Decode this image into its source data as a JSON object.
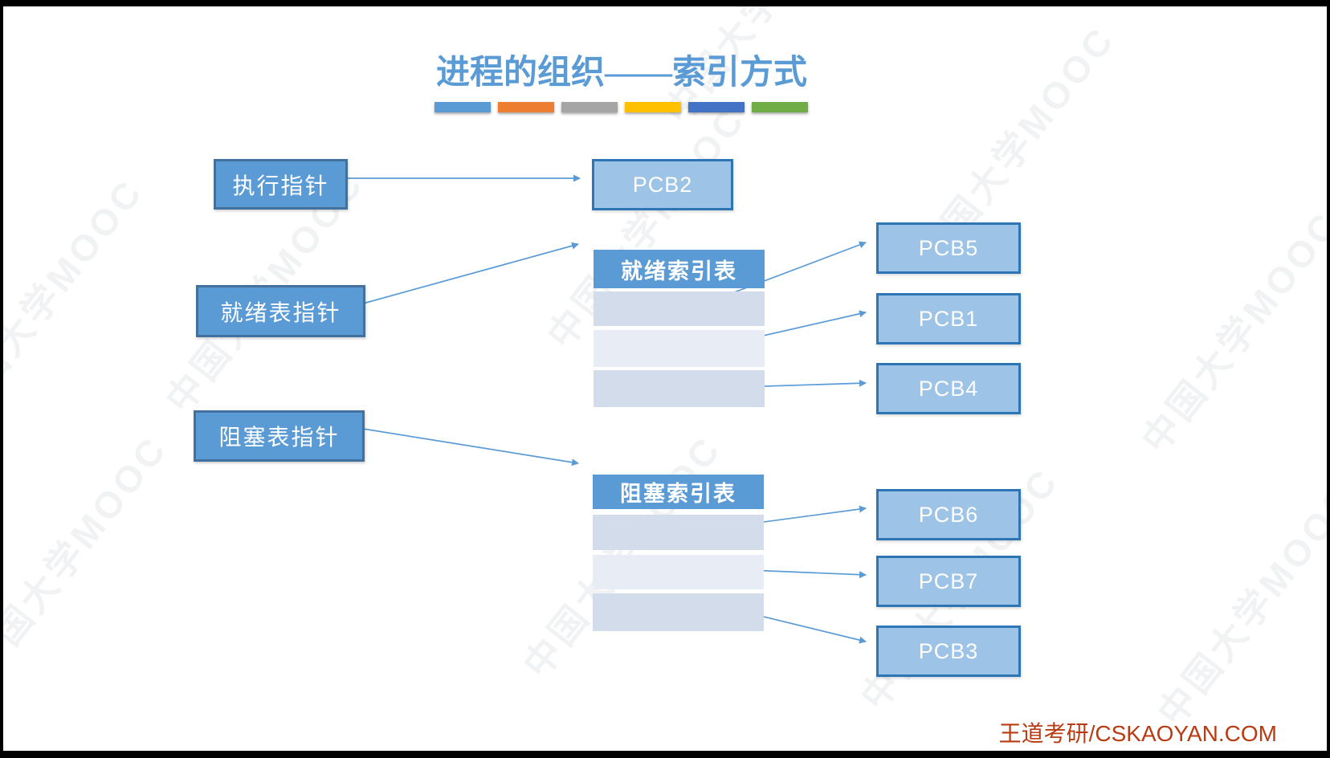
{
  "slide": {
    "title": "进程的组织——索引方式",
    "watermark": "中国大学MOOC",
    "footer": "王道考研/CSKAOYAN.COM"
  },
  "accent_bar_colors": [
    "#5B9BD5",
    "#ED7D31",
    "#A5A5A5",
    "#FFC000",
    "#4472C4",
    "#70AD47"
  ],
  "pointers": {
    "execution": "执行指针",
    "ready": "就绪表指针",
    "blocked": "阻塞表指针"
  },
  "execution_target": {
    "label": "PCB2"
  },
  "ready_index_table": {
    "header": "就绪索引表",
    "rows": [
      "",
      "",
      ""
    ],
    "targets": [
      {
        "label": "PCB5"
      },
      {
        "label": "PCB1"
      },
      {
        "label": "PCB4"
      }
    ]
  },
  "blocked_index_table": {
    "header": "阻塞索引表",
    "rows": [
      "",
      "",
      ""
    ],
    "targets": [
      {
        "label": "PCB6"
      },
      {
        "label": "PCB7"
      },
      {
        "label": "PCB3"
      }
    ]
  },
  "colors": {
    "title_text": "#5B9BD5",
    "pointer_box_fill": "#5B9BD5",
    "pointer_box_border": "#41719C",
    "pcb_box_fill": "#9DC3E6",
    "pcb_box_border": "#2E75B6",
    "table_header_fill": "#5B9BD5",
    "table_row_dark": "#D3DCEB",
    "table_row_light": "#E8ECF4",
    "arrow": "#5B9BD5",
    "footer_text": "#B93B12",
    "frame": "#000000"
  }
}
